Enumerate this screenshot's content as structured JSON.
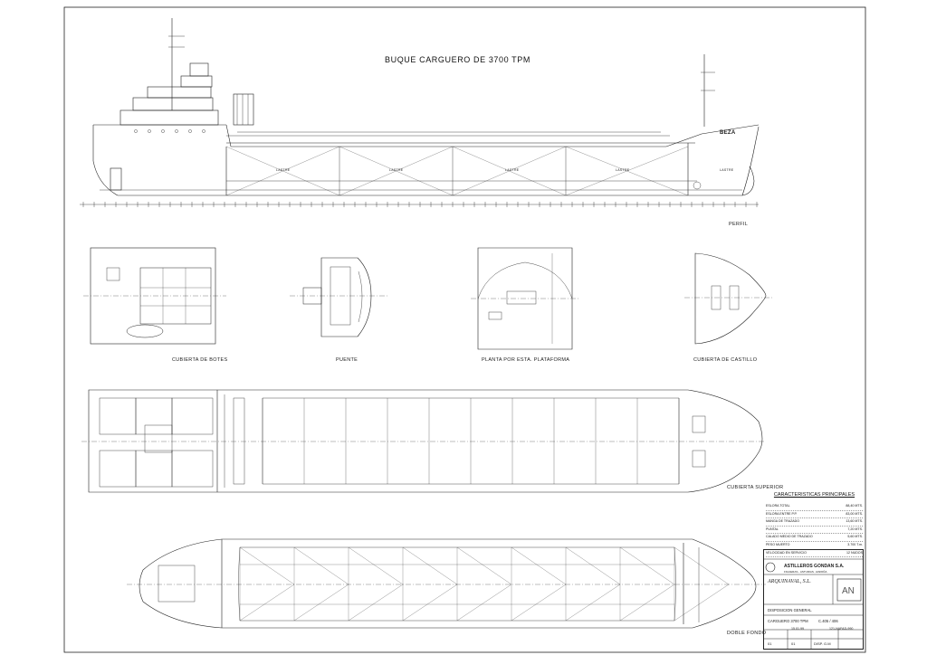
{
  "drawing": {
    "title": "BUQUE CARGUERO DE  3700 TPM",
    "ship_name": "BEZA",
    "views": {
      "profile": "PERFIL",
      "boat_deck": "CUBIERTA DE BOTES",
      "bridge": "PUENTE",
      "platform": "PLANTA POR ESTA. PLATAFORMA",
      "forecastle": "CUBIERTA DE CASTILLO",
      "upper_deck": "CUBIERTA SUPERIOR",
      "double_bottom": "DOBLE FONDO"
    },
    "tank_label": "LASTRE"
  },
  "characteristics": {
    "heading": "CARACTERISTICAS PRINCIPALES",
    "rows": [
      {
        "k": "ESLORA TOTAL",
        "v": "88,40 MTS."
      },
      {
        "k": "ESLORA ENTRE P.P.",
        "v": "83,00 MTS."
      },
      {
        "k": "MANGA DE TRAZADO",
        "v": "13,60 MTS."
      },
      {
        "k": "PUNTAL",
        "v": "7,20 MTS."
      },
      {
        "k": "CALADO MEDIO DE TRAZADO",
        "v": "5,60 MTS."
      },
      {
        "k": "PESO MUERTO",
        "v": "3.700 T.m."
      },
      {
        "k": "VELOCIDAD EN SERVICIO",
        "v": "12 NUDOS"
      }
    ]
  },
  "title_block": {
    "builder": "ASTILLEROS GONDAN S.A.",
    "builder_location": "FIGUERAS - ASTURIAS - ESPAÑA",
    "designer": "ARQUINAVAL, S.L.",
    "designer_logo": "AN",
    "drawing_name": "DISPOSICION GENERAL",
    "project": "CARGUERO 3700 TPM",
    "hull": "C.405 / 406",
    "date": "15.01.99",
    "number": "121-NAFAD-990",
    "sheet": "DISP. G.M",
    "rev1": "01",
    "rev2": "01"
  }
}
